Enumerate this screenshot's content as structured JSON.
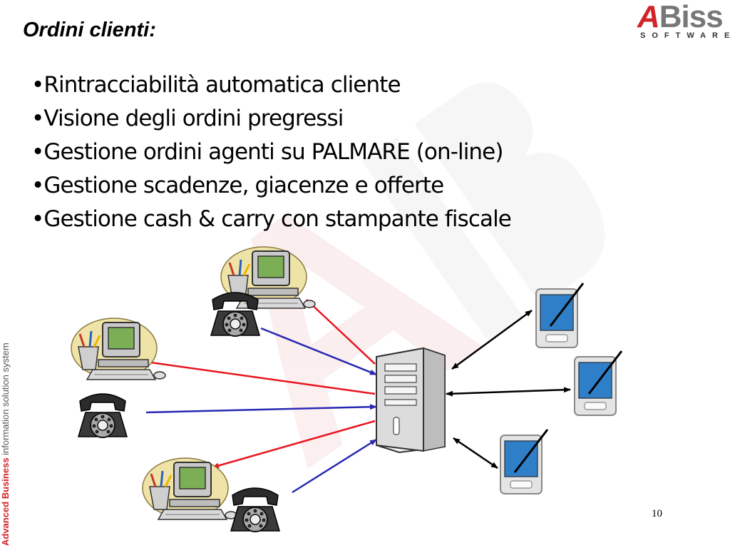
{
  "slide": {
    "title": "Ordini clienti:",
    "bullets": [
      "Rintracciabilità automatica cliente",
      "Visione degli ordini pregressi",
      "Gestione ordini agenti su PALMARE (on-line)",
      "Gestione scadenze, giacenze e offerte",
      "Gestione cash & carry con stampante fiscale"
    ],
    "page_number": "10"
  },
  "logo": {
    "mark": "A",
    "word": "Biss",
    "sub": "SOFTWARE"
  },
  "side_text": {
    "brand": "Advanced Business",
    "rest": " information solution system"
  },
  "colors": {
    "accent_red": "#d2232a",
    "arrow_red": "#e8141e",
    "arrow_blue": "#2828b4",
    "pda_blue": "#2f7fc8"
  },
  "diagram": {
    "icons": [
      "client-workstation-icon",
      "telephone-icon",
      "server-tower-icon",
      "pda-icon"
    ]
  }
}
